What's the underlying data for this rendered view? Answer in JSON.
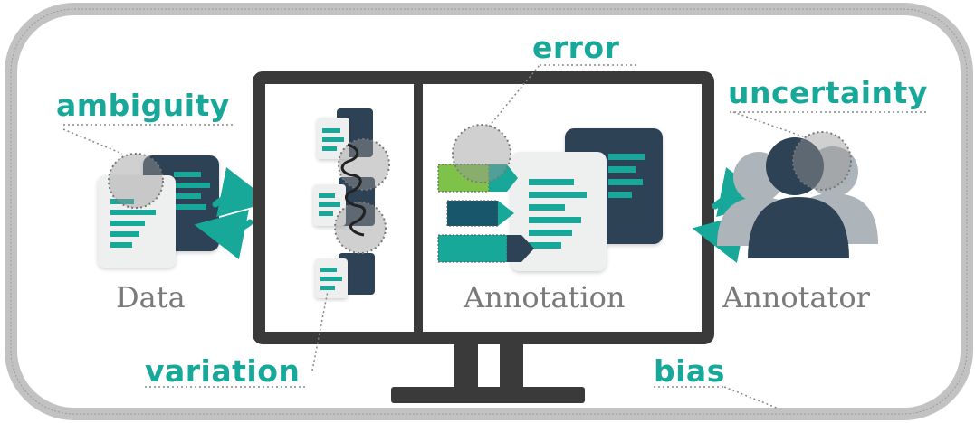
{
  "labels": {
    "ambiguity": "ambiguity",
    "error": "error",
    "uncertainty": "uncertainty",
    "variation": "variation",
    "bias": "bias"
  },
  "captions": {
    "data": "Data",
    "annotation": "Annotation",
    "annotator": "Annotator"
  },
  "colors": {
    "teal": "#17a89a",
    "navy": "#2e4256",
    "frame": "#3a3a3a",
    "caption_gray": "#7a7a7a",
    "border_gray": "#b5b5b5",
    "light_green": "#7fc24a"
  },
  "icons": [
    "document-icon",
    "swap-arrows-icon",
    "person-icon",
    "monitor-icon",
    "magnifier-circle-icon"
  ]
}
